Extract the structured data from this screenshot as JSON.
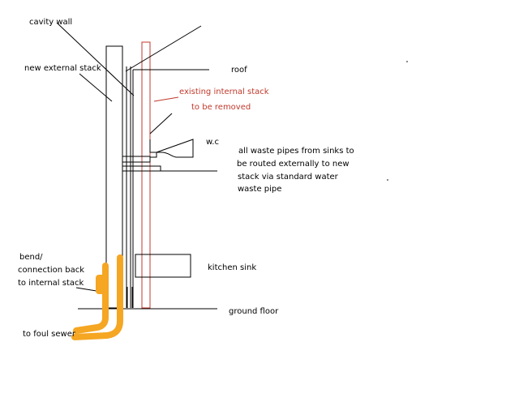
{
  "labels": {
    "cavity_wall": "cavity wall",
    "new_external_stack": "new external stack",
    "roof": "roof",
    "existing_internal_stack": "existing internal stack",
    "to_be_removed": "to be removed",
    "wc": "w.c",
    "note_line1": "all waste pipes from sinks to",
    "note_line2": "be routed externally to new",
    "note_line3": "stack via standard water",
    "note_line4": "waste pipe",
    "kitchen_sink": "kitchen sink",
    "bend_line1": "bend/",
    "bend_line2": "connection back",
    "bend_line3": "to internal stack",
    "ground_floor": "ground floor",
    "to_foul_sewer": "to foul sewer"
  },
  "colors": {
    "line": "#000000",
    "existing_stack": "#c0392b",
    "new_pipe": "#f5a623",
    "background": "#ffffff"
  }
}
